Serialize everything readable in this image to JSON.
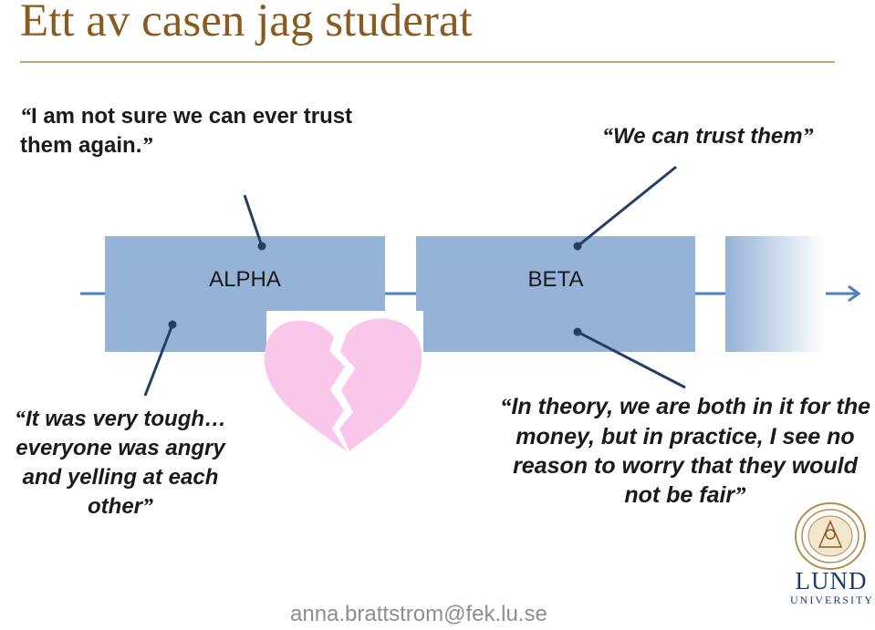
{
  "slide": {
    "title": "Ett av casen jag studerat",
    "email": "anna.brattstrom@fek.lu.se"
  },
  "stages": [
    {
      "label": "ALPHA"
    },
    {
      "label": "BETA"
    }
  ],
  "quotes": {
    "alpha_above": {
      "open": "“",
      "text": "I am not sure we can ever trust them again.",
      "close": "”"
    },
    "beta_above": {
      "open": "“",
      "text": "We can trust them",
      "close": "”"
    },
    "alpha_below": {
      "open": "“",
      "text": "It was very tough… everyone was angry and yelling at each other",
      "close": "”"
    },
    "beta_below": {
      "open": "“",
      "text": "In theory, we are both in it for the money, but in practice, I see no reason to worry that they would not be fair",
      "close": "”"
    }
  },
  "logo": {
    "word1": "LUND",
    "word2": "UNIVERSITY"
  },
  "colors": {
    "title": "#8b5a1e",
    "box": "#95b3d7",
    "line": "#4f81bd",
    "heart": "#f9c7ea",
    "callout": "#243f60"
  }
}
